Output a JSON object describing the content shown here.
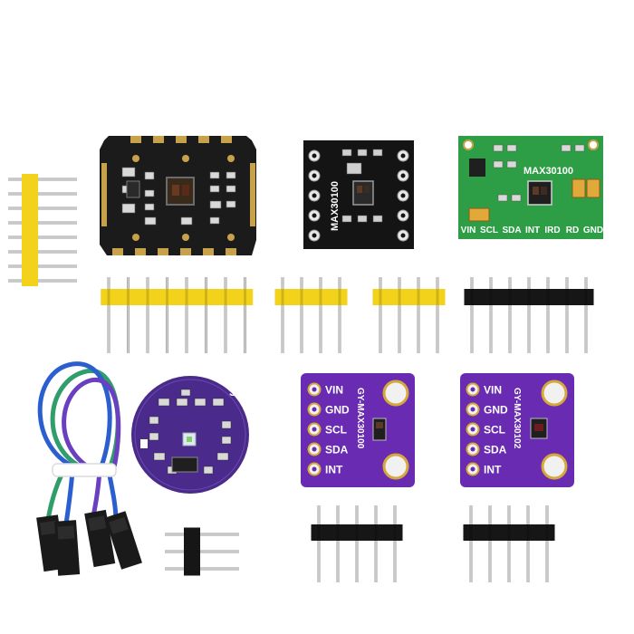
{
  "photo": {
    "background": "#ffffff",
    "boards": {
      "green": {
        "chip_label": "MAX30100",
        "pins": [
          "VIN",
          "SCL",
          "SDA",
          "INT",
          "IRD",
          "RD",
          "GND"
        ],
        "color": "#2e9e46"
      },
      "black_small": {
        "chip_label": "MAX30100",
        "color": "#141414"
      },
      "purple_a": {
        "chip_label": "GY-MAX30100",
        "pins": [
          "VIN",
          "GND",
          "SCL",
          "SDA",
          "INT"
        ],
        "color": "#6a2bb3"
      },
      "purple_b": {
        "chip_label": "GY-MAX30102",
        "pins": [
          "VIN",
          "GND",
          "SCL",
          "SDA",
          "INT"
        ],
        "color": "#6a2bb3"
      },
      "round": {
        "corner_label": "S",
        "color": "#4a2a8a"
      },
      "black_large": {
        "color": "#1b1b1b"
      }
    },
    "colors": {
      "yellow_header": "#f2d21b",
      "pin_metal": "#c9c9c9",
      "black_header": "#161616",
      "wire_green": "#2f9e6a",
      "wire_blue": "#2b5fd0",
      "wire_purple": "#6a3fc0"
    }
  }
}
